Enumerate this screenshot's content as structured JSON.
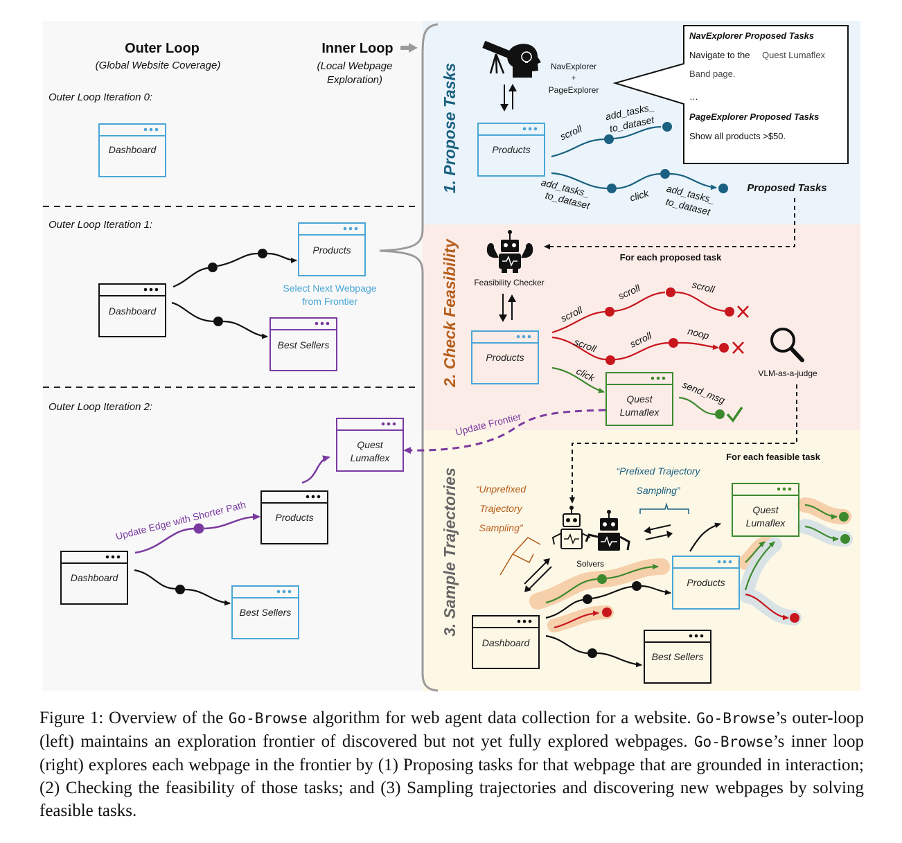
{
  "colors": {
    "blue": "#4aa6d6",
    "purple": "#7a3aa0",
    "green": "#3d8a2e",
    "red": "#c8161d",
    "teal": "#1a6080",
    "orange": "#b55d1a",
    "bg_propose": "#eaf4fa",
    "bg_check": "#fbece8",
    "bg_sample": "#fdf7e6",
    "bg_outer": "#f8f8f8"
  },
  "outer": {
    "title": "Outer Loop",
    "subtitle": "(Global Website Coverage)",
    "iter0": "Outer Loop Iteration 0:",
    "iter1": "Outer Loop Iteration 1:",
    "iter2": "Outer Loop Iteration 2:",
    "select_next_1": "Select Next Webpage",
    "select_next_2": "from Frontier",
    "update_edge": "Update Edge  with Shorter Path",
    "update_frontier": "Update Frontier"
  },
  "inner": {
    "title": "Inner Loop",
    "subtitle_1": "(Local Webpage",
    "subtitle_2": "Exploration)"
  },
  "pages": {
    "dashboard": "Dashboard",
    "products": "Products",
    "best_sellers": "Best Sellers",
    "quest_1": "Quest",
    "quest_2": "Lumaflex"
  },
  "propose": {
    "section": "1. Propose Tasks",
    "agent_1": "NavExplorer",
    "agent_plus": "+",
    "agent_2": "PageExplorer",
    "edge_scroll": "scroll",
    "edge_add_1": "add_tasks_",
    "edge_add_2": "to_dataset",
    "edge_click": "click",
    "proposed_tasks": "Proposed Tasks",
    "box_nav_title": "NavExplorer Proposed Tasks",
    "box_nav_line1a": "Navigate to the",
    "box_nav_line1b": "Quest  Lumaflex",
    "box_nav_line2": "Band page.",
    "box_ellipsis": "…",
    "box_page_title": "PageExplorer Proposed Tasks",
    "box_page_line": "Show all products >$50."
  },
  "check": {
    "section": "2. Check Feasibility",
    "for_each": "For each proposed task",
    "checker": "Feasibility Checker",
    "edge_scroll": "scroll",
    "edge_noop": "noop",
    "edge_click": "click",
    "edge_send": "send_msg",
    "judge": "VLM-as-a-judge"
  },
  "sample": {
    "section": "3. Sample Trajectories",
    "for_each": "For each feasible task",
    "prefixed_1": "“Prefixed Trajectory",
    "prefixed_2": "Sampling”",
    "unprefixed_1": "“Unprefixed",
    "unprefixed_2": "Trajectory",
    "unprefixed_3": "Sampling”",
    "solvers": "Solvers"
  },
  "caption": {
    "l1a": "Figure 1:  Overview of the ",
    "name": "Go-Browse",
    "l1b": " algorithm for web agent data collection for a website.",
    "l2b": "’s outer-loop (left) maintains an exploration frontier of discovered but not yet fully",
    "l3a": "explored webpages. ",
    "l3b": "’s inner loop (right) explores each webpage in the frontier by (1)",
    "l4": "Proposing tasks for that webpage that are grounded in interaction; (2) Checking the feasibility of",
    "l5": "those tasks; and (3) Sampling trajectories and discovering new webpages by solving feasible tasks."
  }
}
